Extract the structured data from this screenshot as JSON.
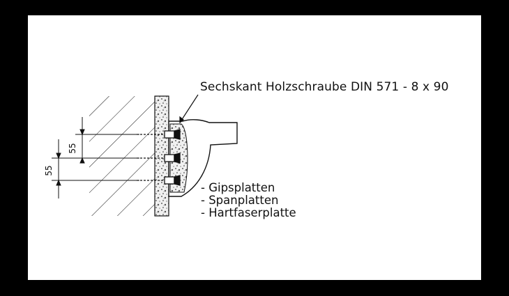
{
  "callout": {
    "text": "Sechskant Holzschraube DIN 571 - 8 x 90"
  },
  "materials": [
    {
      "text": "- Gipsplatten"
    },
    {
      "text": "- Spanplatten"
    },
    {
      "text": "- Hartfaserplatte"
    }
  ],
  "dimensions": {
    "upper": "55",
    "lower": "55"
  },
  "colors": {
    "background": "#000000",
    "drawing": "#ffffff",
    "line": "#111111",
    "board_fill": "#eeeeee"
  }
}
